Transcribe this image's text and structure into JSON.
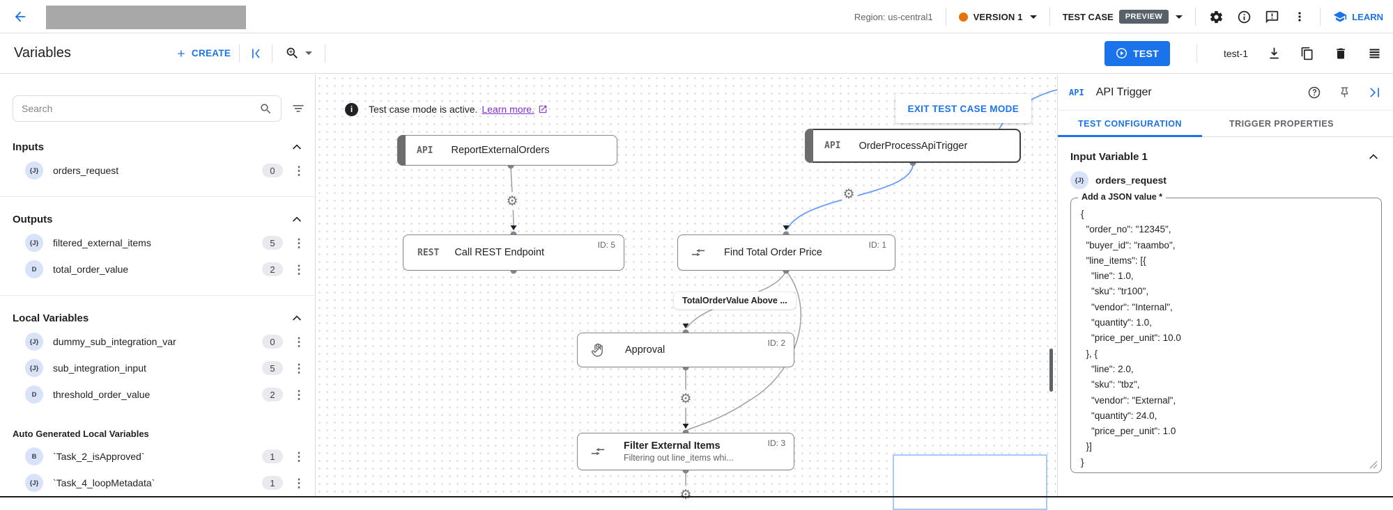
{
  "topbar": {
    "region_label": "Region: us-central1",
    "version_label": "VERSION 1",
    "test_case_label": "TEST CASE",
    "preview_badge": "PREVIEW",
    "learn_label": "LEARN"
  },
  "toolbar": {
    "title": "Variables",
    "create_label": "CREATE",
    "test_button_label": "TEST",
    "test_case_name": "test-1"
  },
  "sidebar": {
    "search_placeholder": "Search",
    "sections": [
      {
        "title": "Inputs",
        "items": [
          {
            "icon": "{J}",
            "label": "orders_request",
            "count": "0"
          }
        ]
      },
      {
        "title": "Outputs",
        "items": [
          {
            "icon": "{J}",
            "label": "filtered_external_items",
            "count": "5"
          },
          {
            "icon": "D",
            "label": "total_order_value",
            "count": "2"
          }
        ]
      },
      {
        "title": "Local Variables",
        "items": [
          {
            "icon": "{J}",
            "label": "dummy_sub_integration_var",
            "count": "0"
          },
          {
            "icon": "{J}",
            "label": "sub_integration_input",
            "count": "5"
          },
          {
            "icon": "D",
            "label": "threshold_order_value",
            "count": "2"
          }
        ]
      },
      {
        "title": "Auto Generated Local Variables",
        "items": [
          {
            "icon": "B",
            "label": "`Task_2_isApproved`",
            "count": "1"
          },
          {
            "icon": "{J}",
            "label": "`Task_4_loopMetadata`",
            "count": "1"
          }
        ]
      }
    ]
  },
  "canvas": {
    "banner": {
      "text": "Test case mode is active.",
      "link_label": "Learn more.",
      "exit_button": "EXIT TEST CASE MODE"
    },
    "nodes": {
      "report_external_orders": {
        "badge": "API",
        "title": "ReportExternalOrders"
      },
      "order_process_api_trigger": {
        "badge": "API",
        "title": "OrderProcessApiTrigger"
      },
      "call_rest_endpoint": {
        "badge": "REST",
        "title": "Call REST Endpoint",
        "id": "ID: 5"
      },
      "find_total_order_price": {
        "title": "Find Total Order Price",
        "id": "ID: 1"
      },
      "approval": {
        "title": "Approval",
        "id": "ID: 2"
      },
      "filter_external_items": {
        "title": "Filter External Items",
        "subtitle": "Filtering out line_items whi...",
        "id": "ID: 3"
      }
    },
    "edge_label": "TotalOrderValue Above ..."
  },
  "panel": {
    "badge": "API",
    "title": "API Trigger",
    "tabs": [
      "TEST CONFIGURATION",
      "TRIGGER PROPERTIES"
    ],
    "section_title": "Input Variable 1",
    "variable": {
      "icon": "{J}",
      "name": "orders_request"
    },
    "field_label": "Add a JSON value *",
    "json_value": "{\n  \"order_no\": \"12345\",\n  \"buyer_id\": \"raambo\",\n  \"line_items\": [{\n    \"line\": 1.0,\n    \"sku\": \"tr100\",\n    \"vendor\": \"Internal\",\n    \"quantity\": 1.0,\n    \"price_per_unit\": 10.0\n  }, {\n    \"line\": 2.0,\n    \"sku\": \"tbz\",\n    \"vendor\": \"External\",\n    \"quantity\": 24.0,\n    \"price_per_unit\": 1.0\n  }]\n}"
  },
  "colors": {
    "accent": "#1a73e8",
    "version_dot": "#e8710a",
    "preview_badge_bg": "#586069",
    "edge_blue": "#669df6",
    "edge_gray": "#9aa0a6",
    "link_purple": "#8430ce"
  }
}
